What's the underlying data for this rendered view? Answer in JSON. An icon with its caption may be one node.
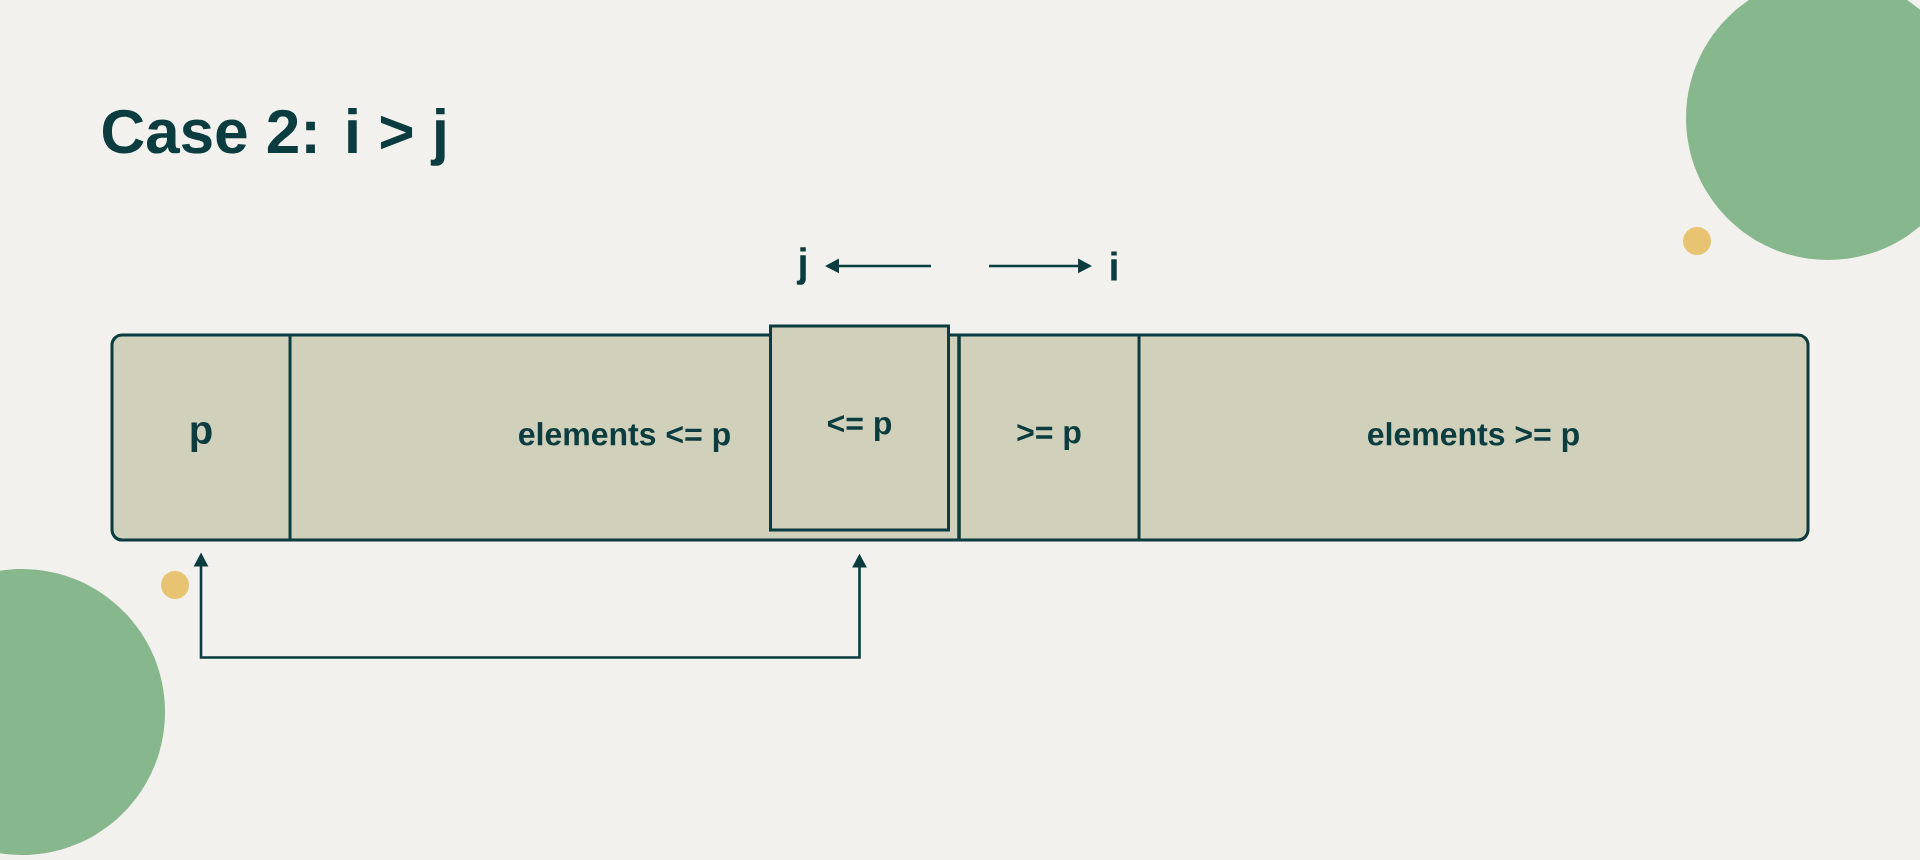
{
  "diagram": {
    "title": "Case 2: i > j",
    "nodes": [
      {
        "text": [
          "p"
        ]
      },
      {
        "text": [
          "elements <= p"
        ]
      },
      {
        "text": [
          "<= p"
        ]
      },
      {
        "text": [
          ">= p"
        ]
      },
      {
        "text": [
          "elements >= p"
        ]
      },
      {
        "text": [
          "j"
        ]
      },
      {
        "text": [
          "i"
        ]
      }
    ],
    "edges": [
      {
        "from": 2,
        "to": 0,
        "arrow": "both"
      },
      {
        "from": null,
        "to": 5,
        "arrow": "to"
      },
      {
        "from": null,
        "to": 6,
        "arrow": "to"
      }
    ]
  }
}
